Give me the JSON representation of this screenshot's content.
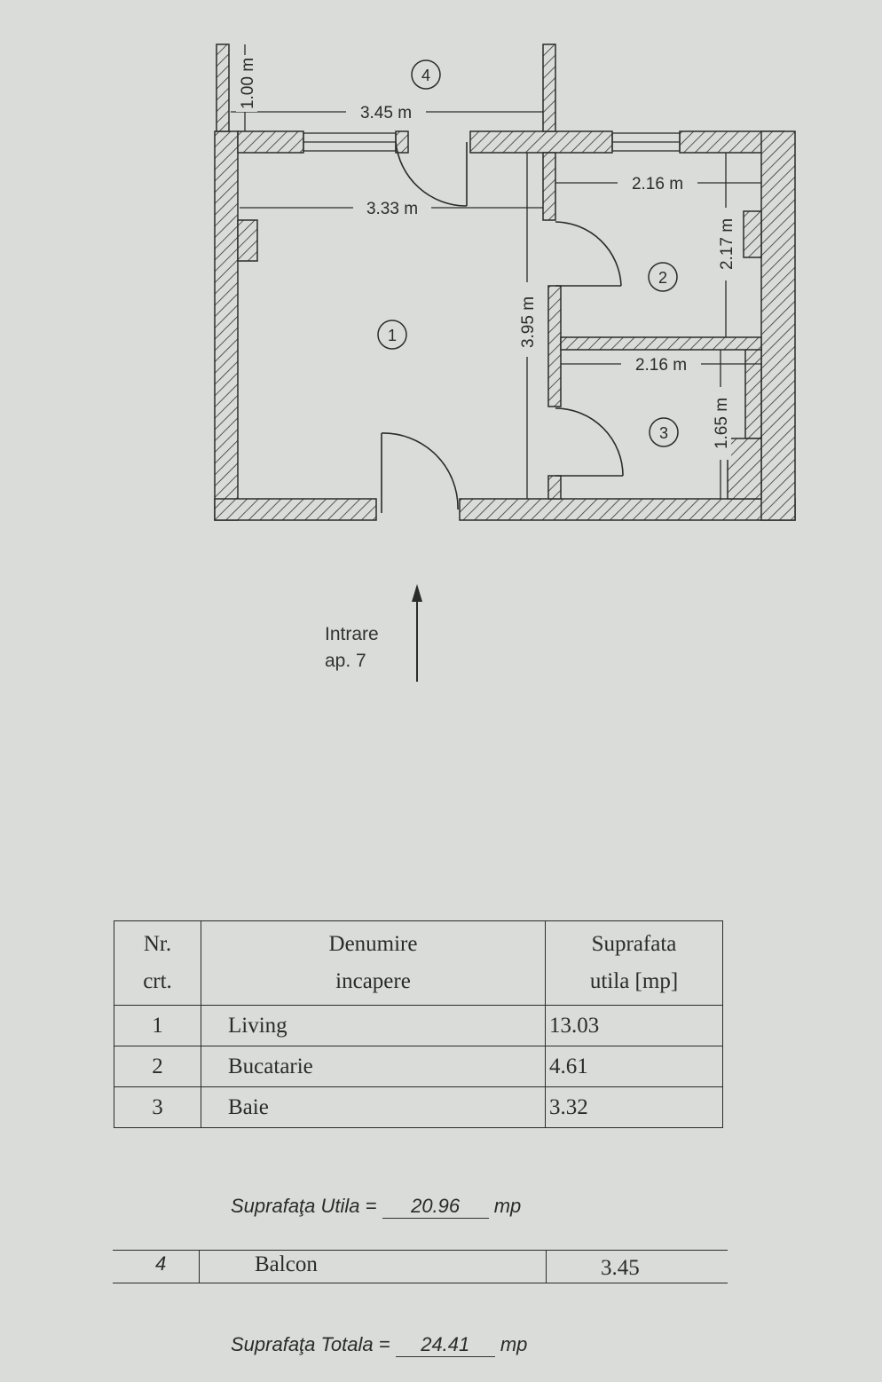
{
  "plan": {
    "rooms": [
      {
        "number": "1"
      },
      {
        "number": "2"
      },
      {
        "number": "3"
      },
      {
        "number": "4"
      }
    ],
    "dimensions": {
      "balcony_depth": "1.00 m",
      "balcony_width": "3.45 m",
      "living_width": "3.33 m",
      "living_depth": "3.95 m",
      "kitchen_width": "2.16 m",
      "kitchen_depth": "2.17 m",
      "bath_width": "2.16 m",
      "bath_depth": "1.65 m"
    },
    "entry_line1": "Intrare",
    "entry_line2": "ap. 7"
  },
  "table": {
    "header_nr_1": "Nr.",
    "header_nr_2": "crt.",
    "header_name_1": "Denumire",
    "header_name_2": "incapere",
    "header_area_1": "Suprafata",
    "header_area_2": "utila [mp]",
    "rows": [
      {
        "nr": "1",
        "name": "Living",
        "area": "13.03"
      },
      {
        "nr": "2",
        "name": "Bucatarie",
        "area": "4.61"
      },
      {
        "nr": "3",
        "name": "Baie",
        "area": "3.32"
      }
    ]
  },
  "useful_area": {
    "label": "Suprafaţa Utila =",
    "value": "20.96",
    "unit": "mp"
  },
  "balcony_row": {
    "nr": "4",
    "name": "Balcon",
    "area": "3.45"
  },
  "total_area": {
    "label": "Suprafaţa Totala =",
    "value": "24.41",
    "unit": "mp"
  }
}
